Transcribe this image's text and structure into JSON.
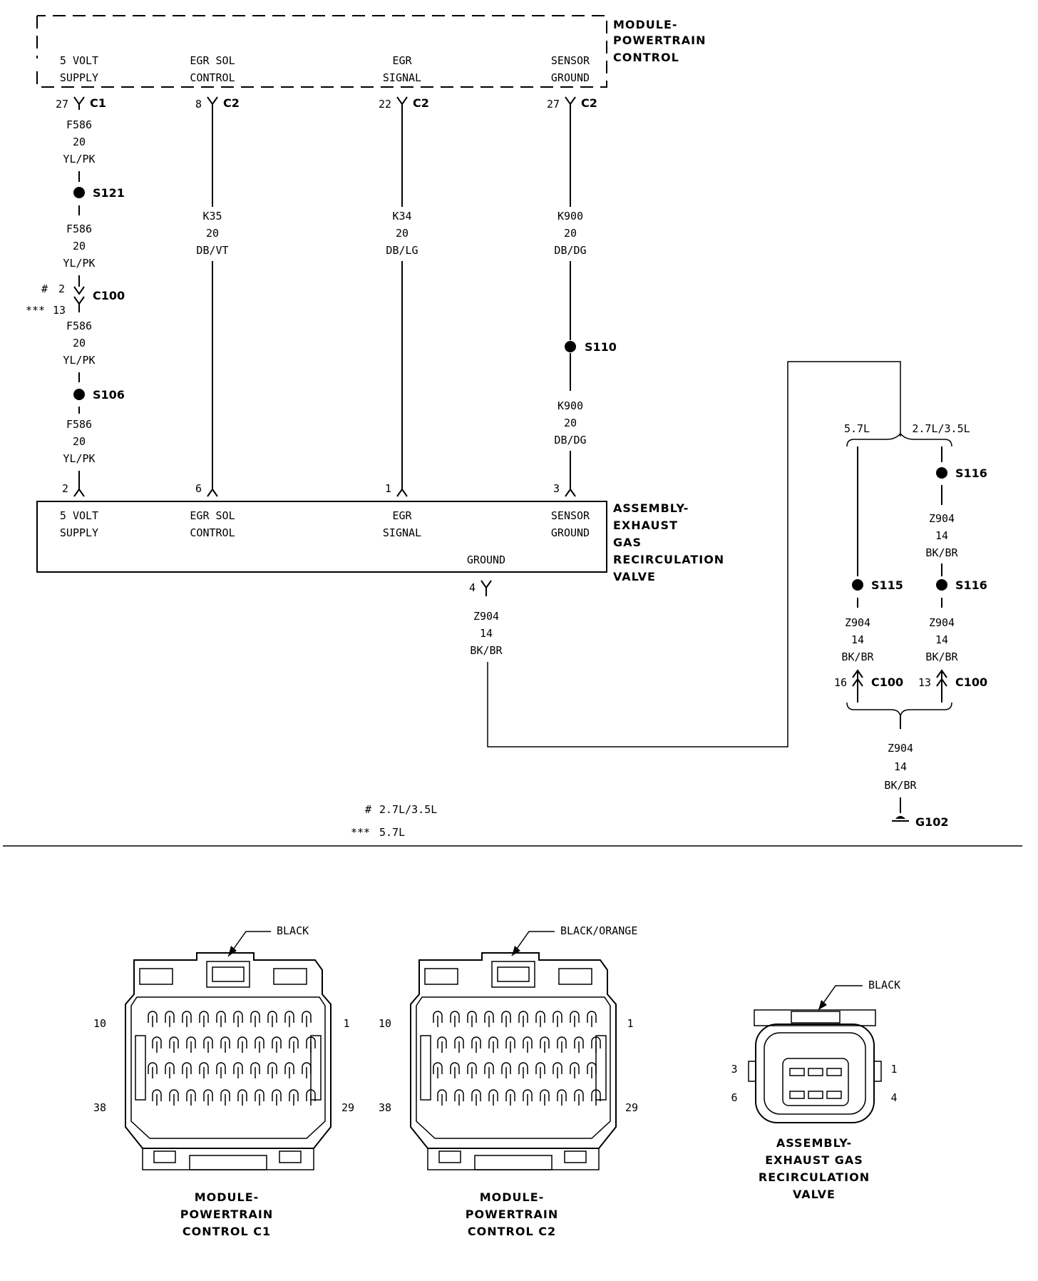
{
  "pcm": {
    "title": [
      "MODULE-",
      "POWERTRAIN",
      "CONTROL"
    ],
    "pins": [
      {
        "l1": "5 VOLT",
        "l2": "SUPPLY"
      },
      {
        "l1": "EGR SOL",
        "l2": "CONTROL"
      },
      {
        "l1": "EGR",
        "l2": "SIGNAL"
      },
      {
        "l1": "SENSOR",
        "l2": "GROUND"
      }
    ],
    "cavities": [
      {
        "pin": "27",
        "conn": "C1"
      },
      {
        "pin": "8",
        "conn": "C2"
      },
      {
        "pin": "22",
        "conn": "C2"
      },
      {
        "pin": "27",
        "conn": "C2"
      }
    ]
  },
  "wires": {
    "col1": {
      "seg1": [
        "F586",
        "20",
        "YL/PK"
      ],
      "splice1": "S121",
      "seg2": [
        "F586",
        "20",
        "YL/PK"
      ],
      "conn_c100": "C100",
      "c100_pin_a": "2",
      "c100_pin_a_mark": "#",
      "c100_pin_b": "13",
      "c100_pin_b_mark": "***",
      "seg3": [
        "F586",
        "20",
        "YL/PK"
      ],
      "splice2": "S106",
      "seg4": [
        "F586",
        "20",
        "YL/PK"
      ]
    },
    "col2": [
      "K35",
      "20",
      "DB/VT"
    ],
    "col3": [
      "K34",
      "20",
      "DB/LG"
    ],
    "col4": {
      "seg1": [
        "K900",
        "20",
        "DB/DG"
      ],
      "splice": "S110",
      "seg2": [
        "K900",
        "20",
        "DB/DG"
      ]
    }
  },
  "egr": {
    "title": [
      "ASSEMBLY-",
      "EXHAUST",
      "GAS",
      "RECIRCULATION",
      "VALVE"
    ],
    "pin_numbers": [
      "2",
      "6",
      "1",
      "3"
    ],
    "pins": [
      {
        "l1": "5 VOLT",
        "l2": "SUPPLY"
      },
      {
        "l1": "EGR SOL",
        "l2": "CONTROL"
      },
      {
        "l1": "EGR",
        "l2": "SIGNAL"
      },
      {
        "l1": "SENSOR",
        "l2": "GROUND"
      }
    ],
    "ground_label": "GROUND",
    "ground_pin": "4",
    "ground_wire": [
      "Z904",
      "14",
      "BK/BR"
    ]
  },
  "ground_circuit": {
    "option_57": "5.7L",
    "option_27": "2.7L/3.5L",
    "splice_s116_top": "S116",
    "wire_a": [
      "Z904",
      "14",
      "BK/BR"
    ],
    "splice_s115": "S115",
    "splice_s116": "S116",
    "wire_b": [
      "Z904",
      "14",
      "BK/BR"
    ],
    "wire_c": [
      "Z904",
      "14",
      "BK/BR"
    ],
    "c100_pin_left": "16",
    "c100_pin_right": "13",
    "c100": "C100",
    "wire_out": [
      "Z904",
      "14",
      "BK/BR"
    ],
    "ground": "G102"
  },
  "legend": [
    {
      "mark": "#",
      "text": "2.7L/3.5L"
    },
    {
      "mark": "***",
      "text": "5.7L"
    }
  ],
  "connector_views": {
    "c1": {
      "color": "BLACK",
      "left_top": "10",
      "left_bottom": "38",
      "right_top": "1",
      "right_bottom": "29",
      "title": [
        "MODULE-",
        "POWERTRAIN",
        "CONTROL C1"
      ]
    },
    "c2": {
      "color": "BLACK/ORANGE",
      "left_top": "10",
      "left_bottom": "38",
      "right_top": "1",
      "right_bottom": "29",
      "title": [
        "MODULE-",
        "POWERTRAIN",
        "CONTROL C2"
      ]
    },
    "egr": {
      "color": "BLACK",
      "left_top": "3",
      "left_bottom": "6",
      "right_top": "1",
      "right_bottom": "4",
      "title": [
        "ASSEMBLY-",
        "EXHAUST GAS",
        "RECIRCULATION",
        "VALVE"
      ]
    }
  }
}
